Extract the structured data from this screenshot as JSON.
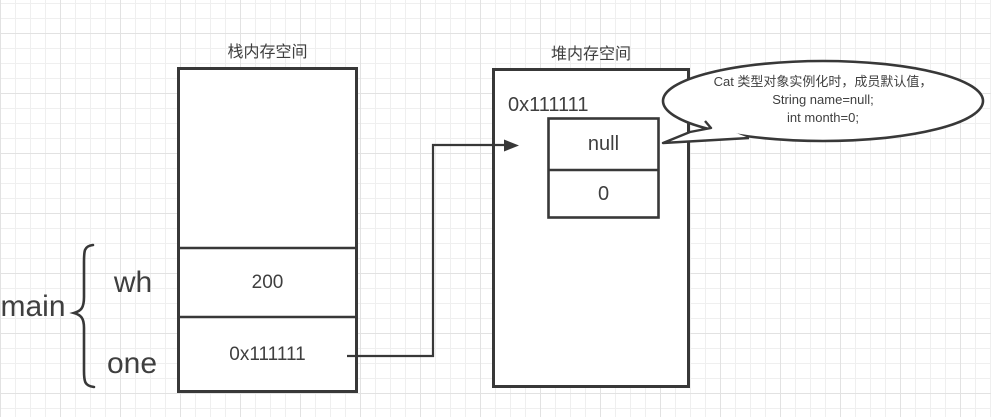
{
  "diagram": {
    "stack": {
      "title": "栈内存空间",
      "frame_label": "main",
      "rows": [
        {
          "label": "wh",
          "value": "200"
        },
        {
          "label": "one",
          "value": "0x111111"
        }
      ]
    },
    "heap": {
      "title": "堆内存空间",
      "object_address": "0x111111",
      "object_fields": [
        {
          "value": "null"
        },
        {
          "value": "0"
        }
      ]
    },
    "callout": {
      "lines": [
        "Cat 类型对象实例化时，成员默认值，",
        "String name=null;",
        "int month=0;"
      ]
    },
    "colors": {
      "stroke": "#383838",
      "text": "#3f3f3f",
      "background": "#ffffff",
      "grid_minor": "#efefef",
      "grid_major": "#e2e2e2"
    }
  }
}
